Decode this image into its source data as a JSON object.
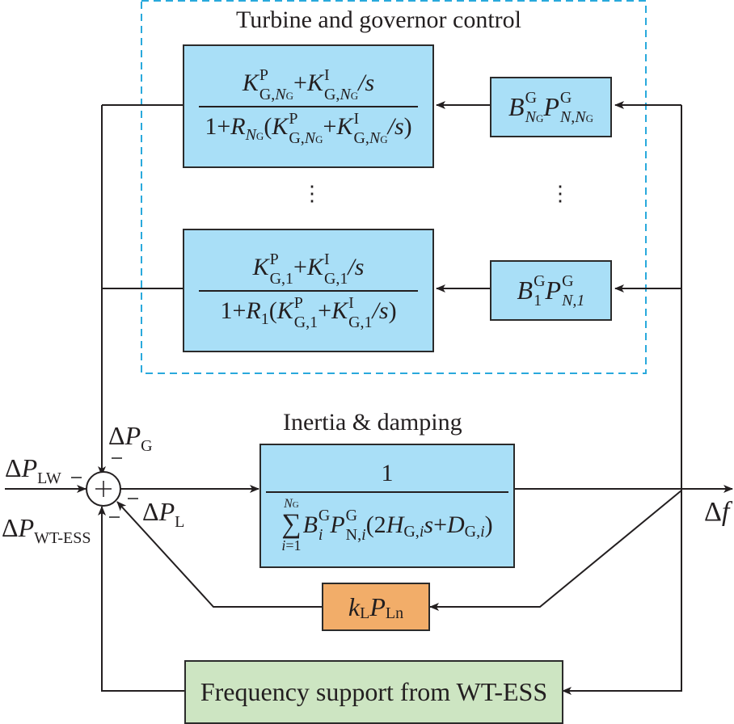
{
  "title": "Turbine and governor control",
  "inertia_label": "Inertia & damping",
  "colors": {
    "governor_block": "#a9dff7",
    "load_block": "#f2ad69",
    "wtess_block": "#cde5c2",
    "dashed_border": "#29a9dc",
    "line": "#231f20"
  },
  "governor_blocks": [
    {
      "id": "NG",
      "num": {
        "K": "K",
        "P": "P",
        "I": "I",
        "sub": "G,",
        "subsub": "N",
        "subsubG": "G",
        "s": "/s"
      },
      "den_prefix": "1+",
      "R": "R",
      "R_sub": "N",
      "R_subG": "G",
      "gain": {
        "B": "B",
        "B_sup": "G",
        "B_sub": "N",
        "B_subG": "G",
        "P": "P",
        "P_sup": "G",
        "P_sub": "N,N",
        "P_subG": "G"
      }
    },
    {
      "id": "1",
      "num": {
        "K": "K",
        "P": "P",
        "I": "I",
        "sub": "G,1",
        "s": "/s"
      },
      "den_prefix": "1+",
      "R": "R",
      "R_sub": "1",
      "gain": {
        "B": "B",
        "B_sup": "G",
        "B_sub": "1",
        "P": "P",
        "P_sup": "G",
        "P_sub": "N,1"
      }
    }
  ],
  "ellipsis": "⋮",
  "summing_junction": {
    "symbol": "+",
    "signs": [
      "−",
      "−",
      "−",
      "−"
    ]
  },
  "signals": {
    "delta": "Δ",
    "P": "P",
    "dPG_sub": "G",
    "dPLW_sub": "LW",
    "dPL_sub": "L",
    "dPWTESS_sub": "WT-ESS",
    "df": "f"
  },
  "inertia_block": {
    "num": "1",
    "sum": "∑",
    "sum_upper": "N",
    "sum_upperG": "G",
    "sum_lower": "i=1",
    "expr": {
      "B": "B",
      "B_sup": "G",
      "B_sub": "i",
      "P": "P",
      "P_sup": "G",
      "P_sub": "N,",
      "P_subi": "i",
      "open": "(2",
      "H": "H",
      "H_sub": "G,",
      "H_subi": "i",
      "s": "s+",
      "D": "D",
      "D_sub": "G,",
      "D_subi": "i",
      "close": ")"
    }
  },
  "load_block": {
    "k": "k",
    "k_sub": "L",
    "P": "P",
    "P_sub": "Ln"
  },
  "wtess_block": {
    "label": "Frequency support from WT-ESS"
  }
}
